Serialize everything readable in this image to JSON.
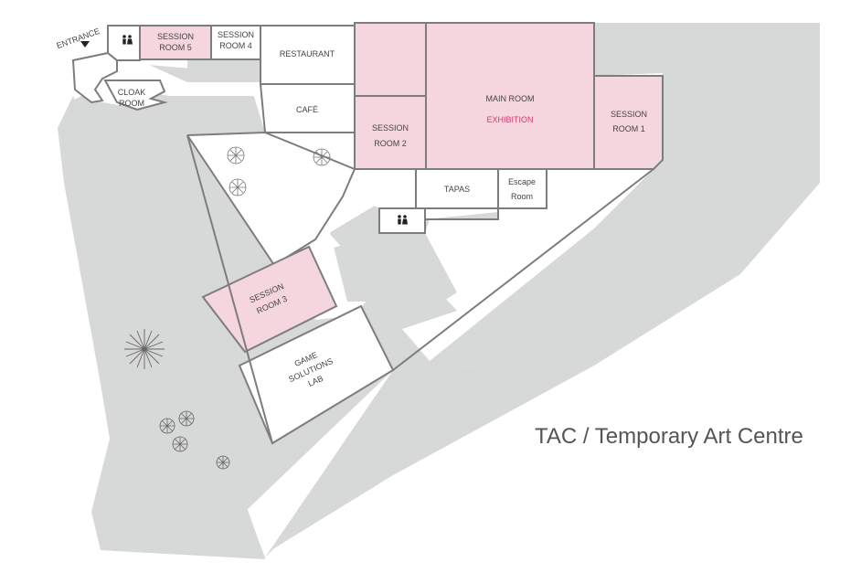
{
  "map": {
    "caption": "TAC / Temporary Art Centre",
    "entrance_label": "ENTRANCE",
    "colors": {
      "building_shell": "#d7d8d8",
      "session_room": "#f5d6df",
      "walls": "#7d7d7d",
      "highlight_text": "#e0336f"
    },
    "rooms": {
      "session_room_5": [
        "SESSION",
        "ROOM 5"
      ],
      "session_room_4": [
        "SESSION",
        "ROOM 4"
      ],
      "restaurant": "RESTAURANT",
      "cloak_room": [
        "CLOAK",
        "ROOM"
      ],
      "cafe": "CAFÉ",
      "main_room": "MAIN ROOM",
      "exhibition": "EXHIBITION",
      "session_room_2": [
        "SESSION",
        "ROOM 2"
      ],
      "session_room_1": [
        "SESSION",
        "ROOM 1"
      ],
      "tapas": "TAPAS",
      "escape_room": [
        "Escape",
        "Room"
      ],
      "session_room_3": [
        "SESSION",
        "ROOM 3"
      ],
      "game_solutions_lab": [
        "GAME",
        "SOLUTIONS",
        "LAB"
      ]
    },
    "icons": [
      "entrance-arrow-icon",
      "restroom-icon",
      "tree-icon"
    ]
  }
}
